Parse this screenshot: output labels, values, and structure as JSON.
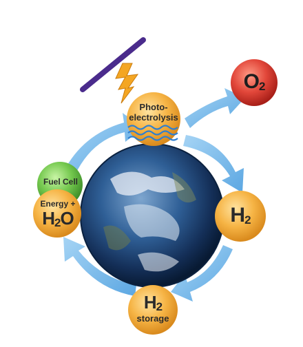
{
  "diagram": {
    "nodes": {
      "photo_electrolysis": {
        "line1": "Photo-",
        "line2": "electrolysis"
      },
      "oxygen": {
        "element": "O",
        "subscript": "2"
      },
      "hydrogen": {
        "element": "H",
        "subscript": "2"
      },
      "storage": {
        "element": "H",
        "subscript": "2",
        "label": "storage"
      },
      "fuel_cell": {
        "label": "Fuel Cell"
      },
      "energy_water": {
        "line1": "Energy +",
        "element": "H",
        "subscript": "2",
        "tail": "O"
      }
    },
    "colors": {
      "orange_node": "#f2a83a",
      "red_node": "#d8342b",
      "green_node": "#6cc24a",
      "arrow_blue": "#6fb6ea",
      "sun_bar": "#4a2b8c",
      "bolt": "#f4a623",
      "water_wave": "#2f7fd0"
    }
  }
}
